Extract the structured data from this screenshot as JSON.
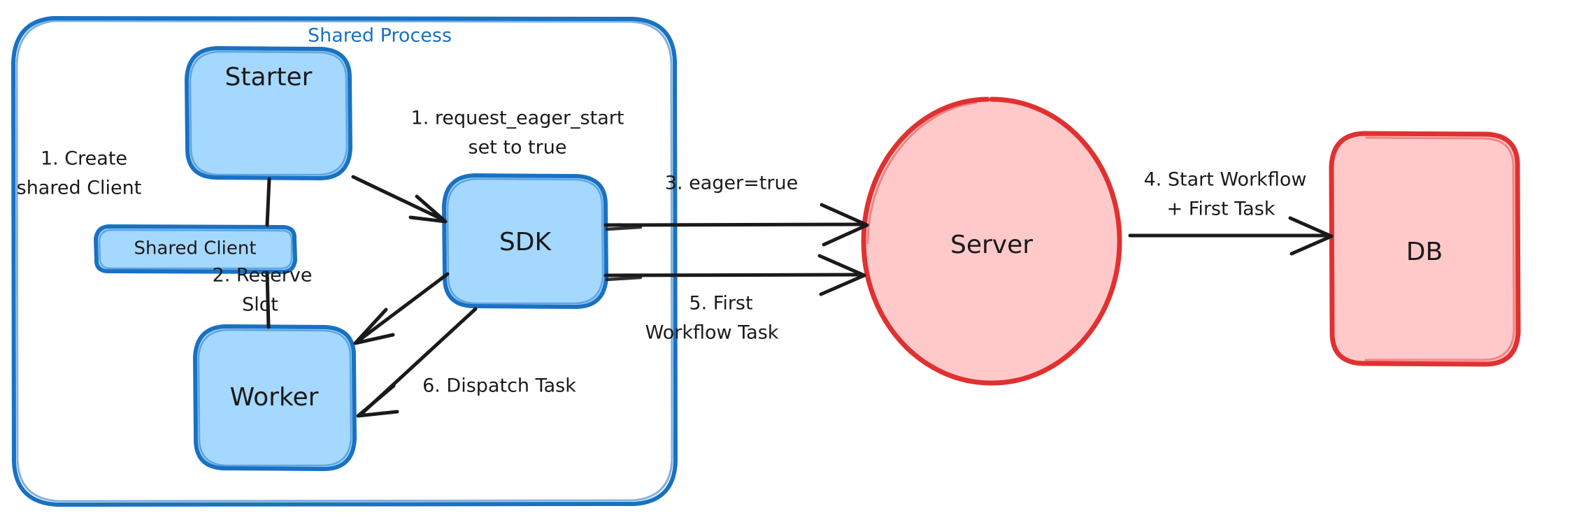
{
  "diagram": {
    "title_visible": false,
    "colors": {
      "blue_stroke": "#1971c2",
      "blue_fill": "#a5d8ff",
      "red_stroke": "#e03131",
      "red_fill": "#ffc9c9",
      "text": "#1a1a1a",
      "background": "#ffffff"
    },
    "group": {
      "label": "Shared Process"
    },
    "nodes": {
      "starter": {
        "label": "Starter"
      },
      "shared_client": {
        "label": "Shared Client"
      },
      "worker": {
        "label": "Worker"
      },
      "sdk": {
        "label": "SDK"
      },
      "server": {
        "label": "Server"
      },
      "db": {
        "label": "DB"
      }
    },
    "edges": [
      {
        "id": "create-shared-client",
        "label_line1": "1. Create",
        "label_line2": "shared Client",
        "from": "starter",
        "to": "shared_client"
      },
      {
        "id": "request-eager-start",
        "label_line1": "1. request_eager_start",
        "label_line2": "set to true",
        "from": "starter",
        "to": "sdk"
      },
      {
        "id": "reserve-slot",
        "label_line1": "2. Reserve",
        "label_line2": "Slot",
        "from": "sdk",
        "to": "worker"
      },
      {
        "id": "eager-true",
        "label_line1": "3. eager=true",
        "label_line2": "",
        "from": "sdk",
        "to": "server"
      },
      {
        "id": "start-workflow-first-task",
        "label_line1": "4. Start Workflow",
        "label_line2": "+ First Task",
        "from": "server",
        "to": "db"
      },
      {
        "id": "first-workflow-task",
        "label_line1": "5. First",
        "label_line2": "Workflow Task",
        "from": "sdk",
        "to": "server"
      },
      {
        "id": "dispatch-task",
        "label_line1": "6. Dispatch Task",
        "label_line2": "",
        "from": "sdk",
        "to": "worker"
      }
    ]
  }
}
